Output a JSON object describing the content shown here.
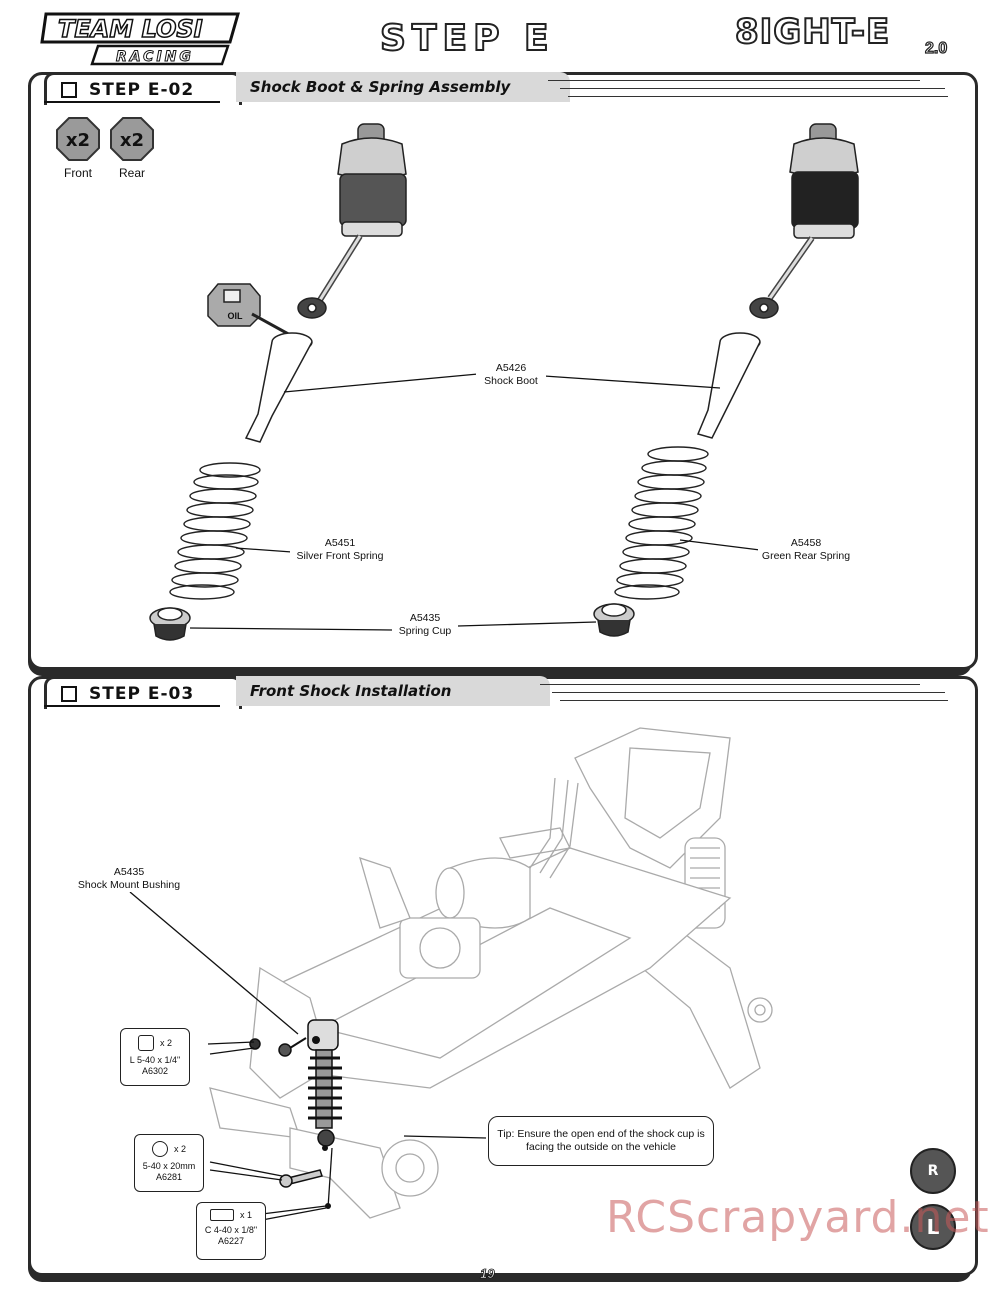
{
  "header": {
    "brand": "TEAM LOSI",
    "brand_sub": "RACING",
    "step_title": "STEP E",
    "model": "8IGHT-E",
    "model_version": "2.0"
  },
  "step_e02": {
    "step_label": "STEP E-02",
    "title": "Shock Boot & Spring Assembly",
    "qty": [
      {
        "badge": "x2",
        "label": "Front"
      },
      {
        "badge": "x2",
        "label": "Rear"
      }
    ],
    "oil_label": "OIL",
    "callouts": {
      "shock_boot": {
        "part": "A5426",
        "name": "Shock Boot"
      },
      "front_spring": {
        "part": "A5451",
        "name": "Silver Front Spring"
      },
      "rear_spring": {
        "part": "A5458",
        "name": "Green Rear Spring"
      },
      "spring_cup": {
        "part": "A5435",
        "name": "Spring Cup"
      }
    }
  },
  "step_e03": {
    "step_label": "STEP E-03",
    "title": "Front Shock Installation",
    "mount_bushing": {
      "part": "A5435",
      "name": "Shock Mount Bushing"
    },
    "parts": [
      {
        "qty": "x 2",
        "size": "L 5-40 x 1/4\"",
        "part": "A6302"
      },
      {
        "qty": "x 2",
        "size": "5-40 x 20mm",
        "part": "A6281"
      },
      {
        "qty": "x 1",
        "size": "C 4-40 x 1/8\"",
        "part": "A6227"
      }
    ],
    "tip": "Tip: Ensure the open end of the shock cup is facing the outside on the vehicle",
    "icon_l": "L",
    "icon_r": "R"
  },
  "footer": {
    "page_number": "19",
    "watermark": "RCScrapyard.net"
  }
}
